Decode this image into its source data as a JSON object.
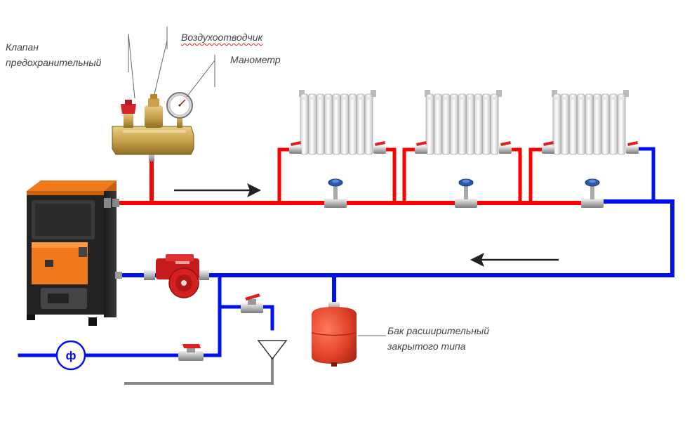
{
  "labels": {
    "safety_valve_line1": "Клапан",
    "safety_valve_line2": "предохранительный",
    "air_vent": "Воздухоотводчик",
    "manometer": "Манометр",
    "expansion_tank_line1": "Бак расширительный",
    "expansion_tank_line2": "закрытого типа",
    "filter_symbol": "ф"
  },
  "colors": {
    "supply_pipe": "#ff0000",
    "return_pipe": "#0011ee",
    "drain_pipe": "#888888",
    "boiler_body": "#2a2a2a",
    "boiler_accent": "#f07a1a",
    "expansion_tank": "#e8442a",
    "pump": "#d61f1f",
    "valve_handle": "#e02020",
    "radiator": "#f2f2f2",
    "group_brass": "#c8a04a"
  },
  "icons": [
    "boiler-icon",
    "safety-group-icon",
    "radiator-icon",
    "ball-valve-icon",
    "needle-valve-icon",
    "pump-icon",
    "expansion-tank-icon",
    "filter-icon",
    "funnel-icon",
    "arrow-icon"
  ]
}
